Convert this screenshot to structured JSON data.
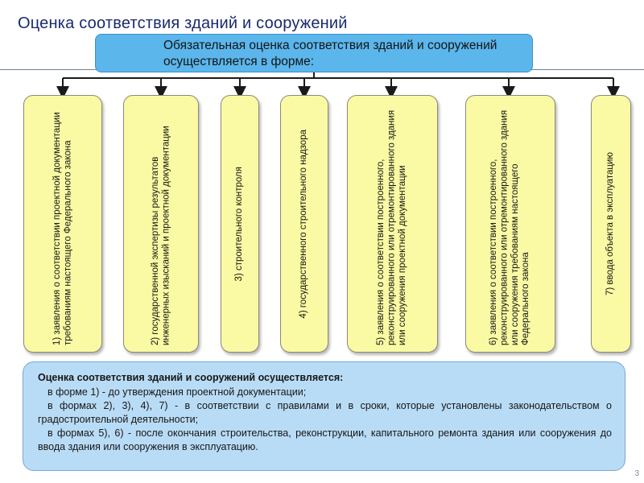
{
  "page": {
    "title": "Оценка соответствия зданий и сооружений",
    "page_number": "3"
  },
  "header": {
    "text": "Обязательная оценка соответствия зданий и сооружений осуществляется в форме:"
  },
  "colors": {
    "header_fill": "#5bb6ec",
    "card_fill": "#fafaa4",
    "summary_fill": "#b9dcf6",
    "connector": "#1a1a1a"
  },
  "forms": [
    {
      "label": "1) заявления о соответствии проектной документации требованиям настоящего Федерального закона"
    },
    {
      "label": "2) государственной экспертизы результатов инженерных изысканий и проектной документации"
    },
    {
      "label": "3) строительного контроля"
    },
    {
      "label": "4) государственного строительного надзора"
    },
    {
      "label": "5) заявления о соответствии построенного, реконструированного или отремонтированного здания или сооружения проектной документации"
    },
    {
      "label": "6) заявления о соответствии построенного, реконструированного или отремонтированного здания или сооружения требованиям настоящего Федерального закона"
    },
    {
      "label": "7) ввода объекта в эксплуатацию"
    }
  ],
  "summary": {
    "title": "Оценка соответствия зданий и сооружений осуществляется:",
    "lines": [
      "в форме 1) - до утверждения проектной документации;",
      "в формах 2), 3), 4), 7) - в соответствии с правилами и в сроки, которые установлены законодательством о градостроительной деятельности;",
      "в формах 5), 6) - после окончания строительства, реконструкции, капитального ремонта здания или сооружения до ввода здания или сооружения в эксплуатацию."
    ]
  }
}
